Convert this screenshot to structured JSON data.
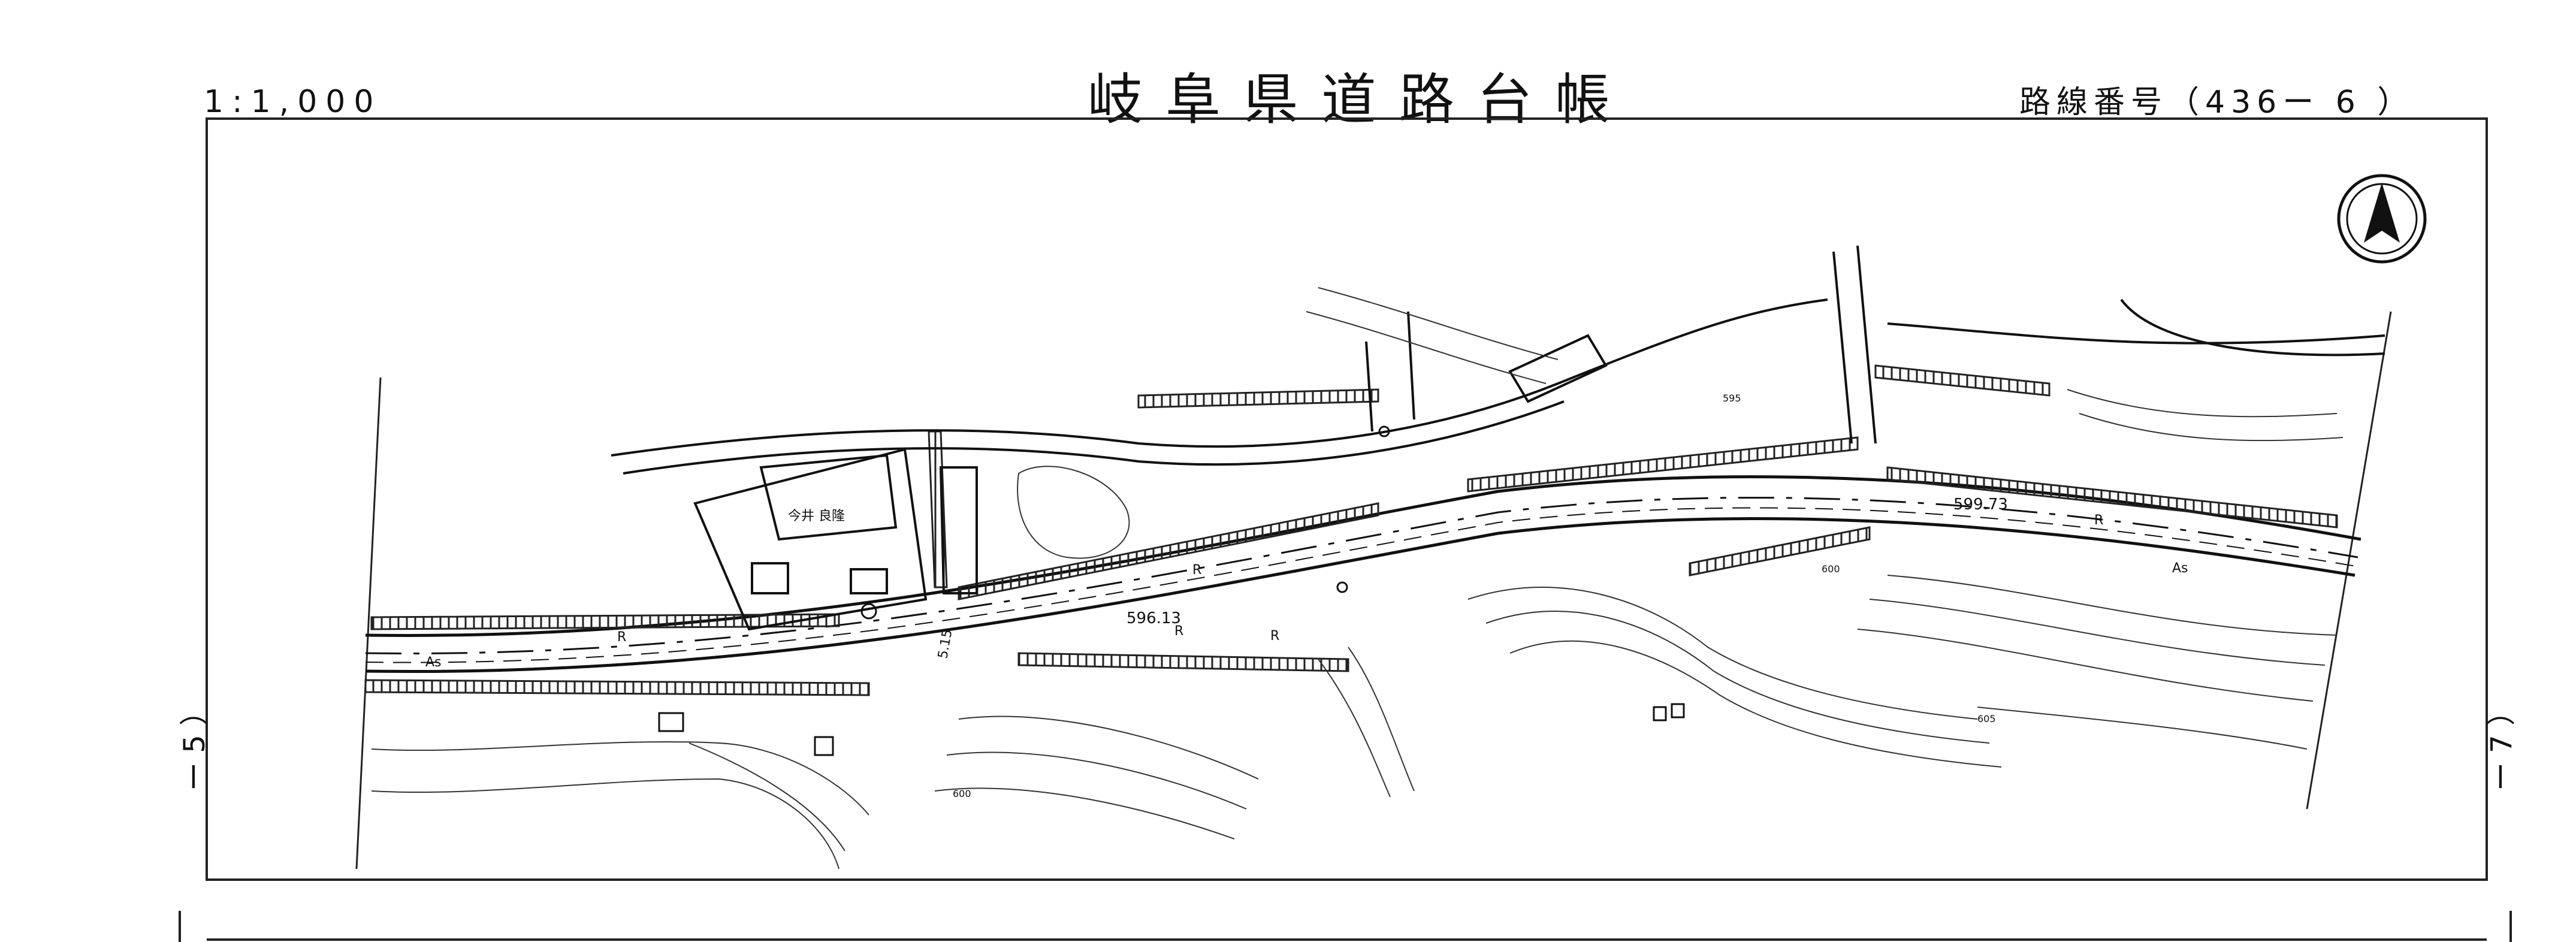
{
  "header": {
    "scale": "1:1,000",
    "title": "岐阜県道路台帳",
    "route_number": "路線番号（436ー 6 ）"
  },
  "side_marks": {
    "left": "ー 5 ）",
    "right": "ー 7 ）"
  },
  "map": {
    "labels": {
      "building": "今井 良隆",
      "elevation_1": "596.13",
      "elevation_2": "599.73",
      "surface_left": "As",
      "surface_right": "As",
      "road_mark_1": "R",
      "road_mark_2": "R",
      "road_mark_3": "R",
      "road_mark_4": "R",
      "road_mark_5": "R",
      "route_tag": "5.15",
      "contour_595": "595",
      "contour_600a": "600",
      "contour_600b": "600",
      "contour_605": "605"
    },
    "north_arrow": "north-arrow-icon"
  }
}
